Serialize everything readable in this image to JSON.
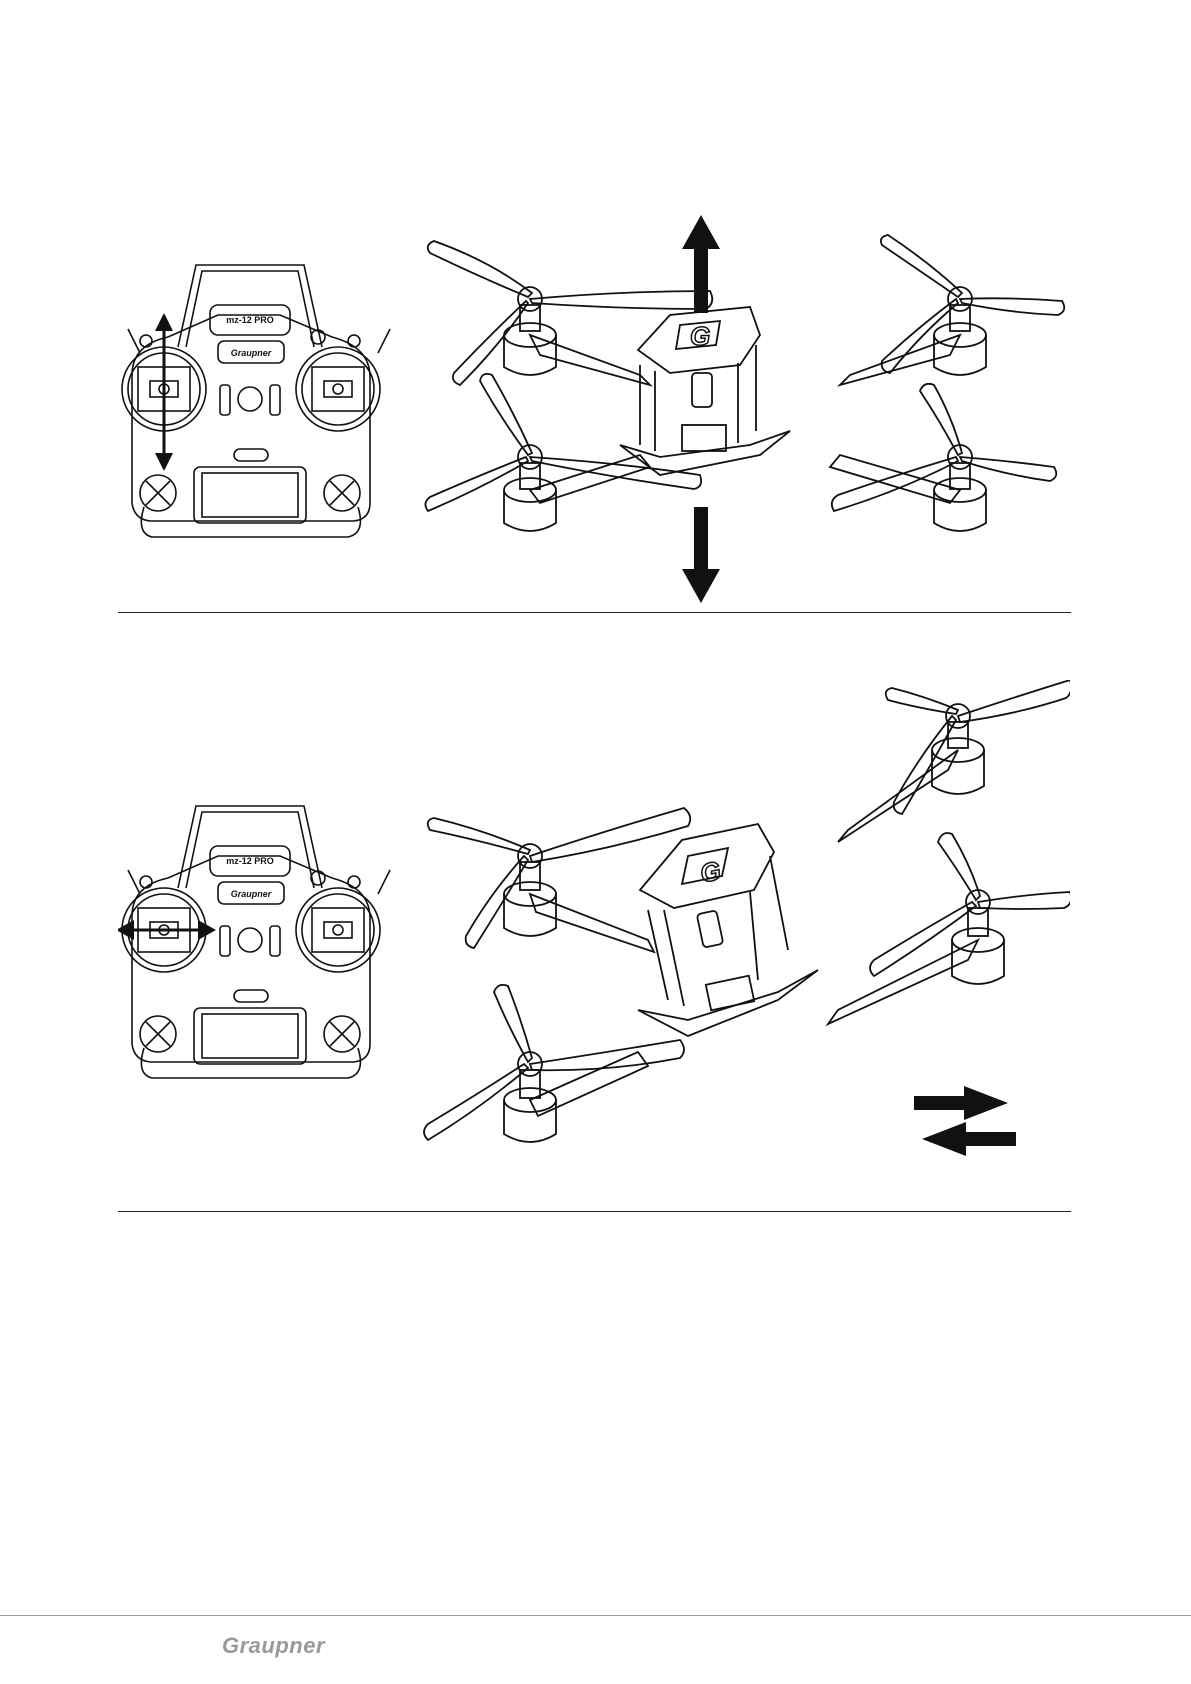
{
  "transmitter": {
    "model_label": "mz-12 PRO",
    "brand_label": "Graupner"
  },
  "footer": {
    "brand": "Graupner"
  },
  "sections": [
    {
      "name": "throttle-section",
      "stick": "left",
      "stick_motion": "vertical",
      "drone_motion": "up-down"
    },
    {
      "name": "roll-section",
      "stick": "left",
      "stick_motion": "horizontal",
      "drone_motion": "left-right"
    }
  ],
  "colors": {
    "ink": "#111111",
    "footer_brand": "#9a9a9a"
  },
  "icons": [
    "up-arrow-icon",
    "down-arrow-icon",
    "left-arrow-icon",
    "right-arrow-icon"
  ]
}
